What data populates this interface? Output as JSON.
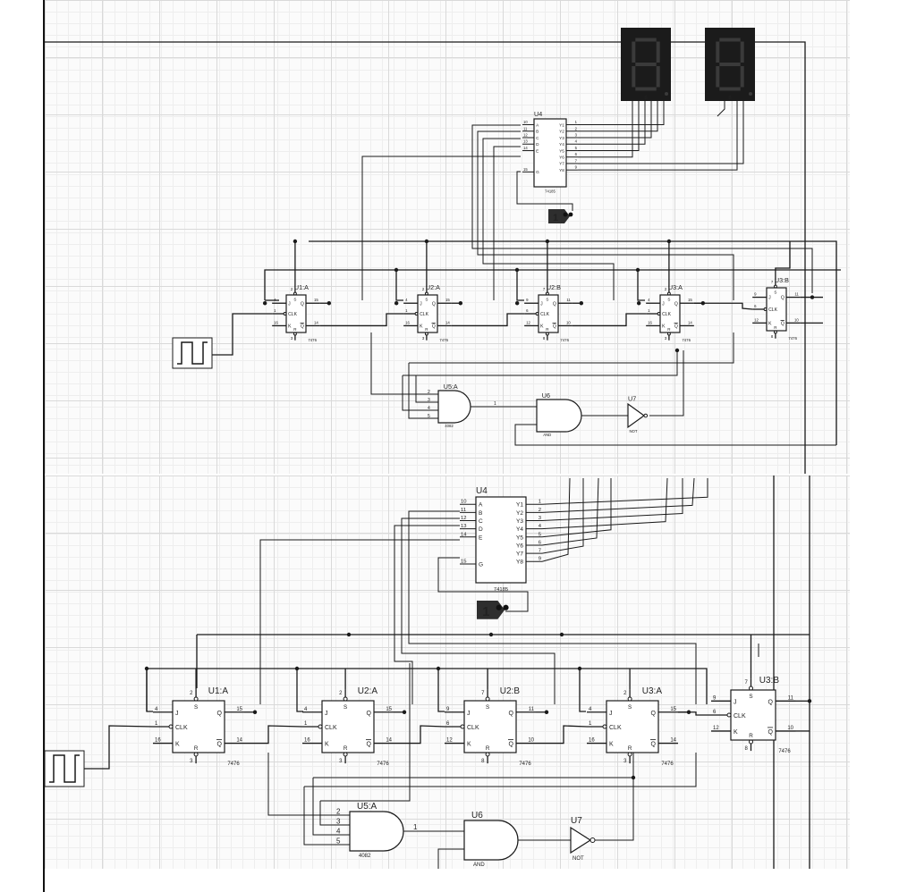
{
  "labels": {
    "ff_u1a": "U1:A",
    "ff_u2a": "U2:A",
    "ff_u2b": "U2:B",
    "ff_u3a": "U3:A",
    "ff_u3b": "U3:B",
    "ff_part": "7476",
    "decoder": "U4",
    "decoder_part": "74185",
    "and4": "U5:A",
    "and4_part": "4082",
    "and2": "U6",
    "and2_part": "AND",
    "not": "U7",
    "not_part": "NOT"
  },
  "pins": {
    "J": "J",
    "K": "K",
    "Q": "Q",
    "QB": "Q",
    "CLK": "CLK",
    "S": "S",
    "R": "R",
    "dec_inputs": [
      "A",
      "B",
      "C",
      "D",
      "E",
      "G"
    ],
    "dec_outputs": [
      "Y1",
      "Y2",
      "Y3",
      "Y4",
      "Y5",
      "Y6",
      "Y7",
      "Y8"
    ],
    "dec_in_nums": [
      "10",
      "11",
      "12",
      "13",
      "14",
      "15"
    ],
    "dec_out_nums": [
      "1",
      "2",
      "3",
      "4",
      "5",
      "6",
      "7",
      "9"
    ],
    "and4_nums": [
      "2",
      "3",
      "4",
      "5"
    ],
    "and4_out": "1",
    "ff_pin_nums": {
      "u1a": [
        "4",
        "1",
        "16",
        "15",
        "14",
        "2",
        "3"
      ],
      "u2a": [
        "4",
        "1",
        "16",
        "15",
        "14",
        "2",
        "3"
      ],
      "u2b": [
        "9",
        "6",
        "12",
        "11",
        "10",
        "7",
        "8"
      ],
      "u3a": [
        "4",
        "1",
        "16",
        "15",
        "14",
        "2",
        "3"
      ],
      "u3b": [
        "9",
        "6",
        "12",
        "11",
        "10",
        "7",
        "8"
      ]
    }
  },
  "logic_probe": "1",
  "displays": [
    "8",
    "8"
  ],
  "colors": {
    "wire": "#1a1a1a",
    "display_bg": "#1b1b1b",
    "display_seg": "#3a3a3a",
    "probe": "#2e2e2e"
  }
}
